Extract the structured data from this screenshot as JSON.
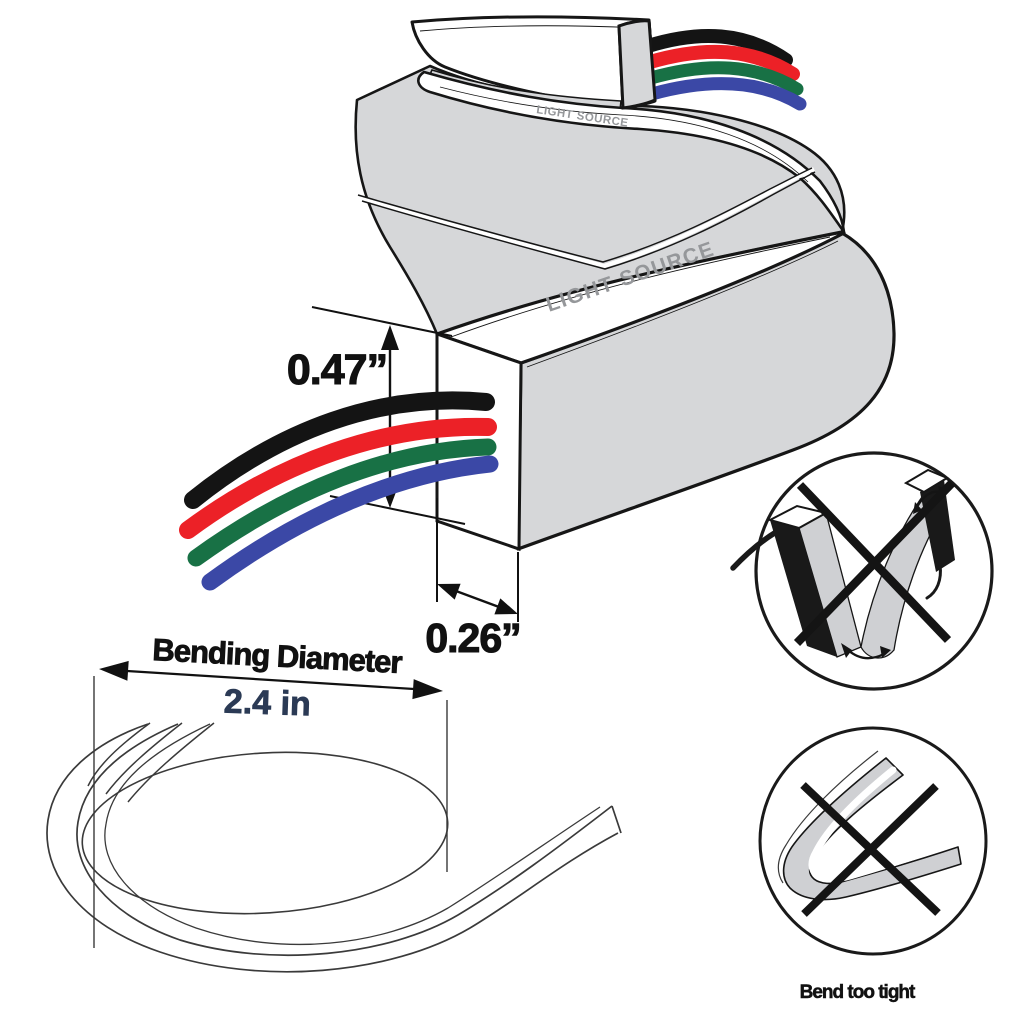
{
  "diagram": {
    "strip_label_top": "LIGHT SOURCE",
    "strip_label_main": "LIGHT SOURCE",
    "dimensions": {
      "height_label": "0.47”",
      "width_label": "0.26”"
    },
    "bending": {
      "title": "Bending Diameter",
      "value": "2.4 in"
    },
    "warnings": {
      "tight_bend_label": "Bend too tight"
    }
  },
  "colors": {
    "wire-black": "#141414",
    "wire-red": "#EC2127",
    "wire-green": "#187145",
    "wire-blue": "#3B48A6",
    "strip-gray": "#D6D7D9",
    "outline": "#161616",
    "label-gray": "#95979A",
    "dim-navy": "#2B3A55",
    "dim-black": "#111111"
  }
}
